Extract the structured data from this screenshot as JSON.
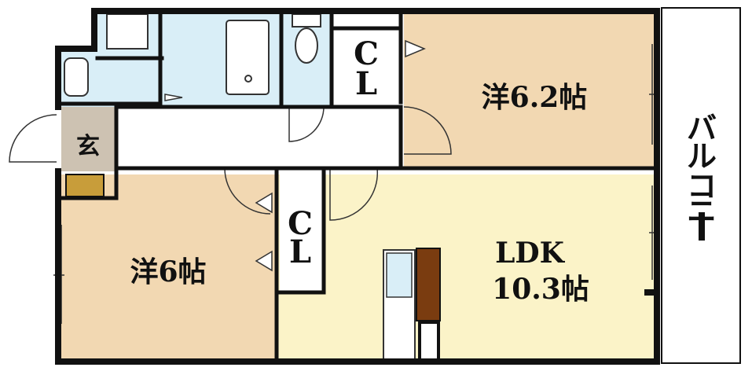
{
  "labels": {
    "western_room_1": "洋6.2帖",
    "western_room_2": "洋6帖",
    "ldk_line1": "LDK",
    "ldk_line2": "10.3帖",
    "closet_1_line1": "C",
    "closet_1_line2": "L",
    "closet_2_line1": "C",
    "closet_2_line2": "L",
    "entrance": "玄",
    "balcony": [
      "バ",
      "ル",
      "コ",
      "ニ",
      "ー"
    ]
  },
  "colors": {
    "western_room": "#f2d8b2",
    "ldk": "#fbf3c8",
    "water_area": "#d9eef7",
    "entrance": "#cdc2b2",
    "shoe_box": "#c89d3a",
    "kitchen_counter": "#7a3c10",
    "wall": "#111111"
  }
}
